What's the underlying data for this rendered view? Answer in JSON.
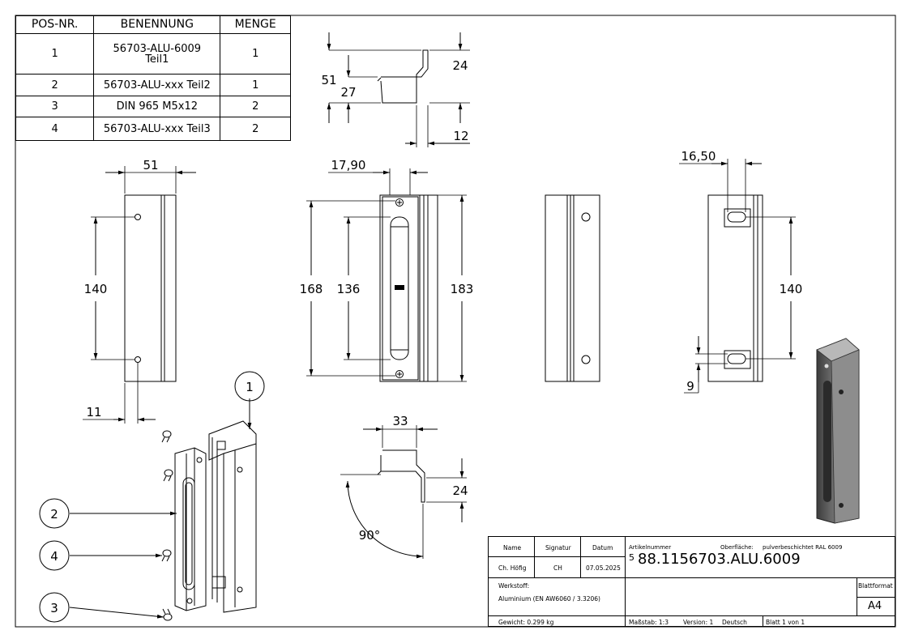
{
  "bom": {
    "headers": [
      "POS-NR.",
      "BENENNUNG",
      "MENGE"
    ],
    "rows": [
      {
        "pos": "1",
        "name_line1": "56703-ALU-6009",
        "name_line2": "Teil1",
        "qty": "1"
      },
      {
        "pos": "2",
        "name": "56703-ALU-xxx Teil2",
        "qty": "1"
      },
      {
        "pos": "3",
        "name": "DIN 965 M5x12",
        "qty": "2"
      },
      {
        "pos": "4",
        "name": "56703-ALU-xxx Teil3",
        "qty": "2"
      }
    ]
  },
  "dimensions": {
    "top_view": {
      "d51": "51",
      "d27": "27",
      "d24": "24",
      "d12": "12"
    },
    "side_left": {
      "width": "51",
      "holes": "140",
      "offset": "11"
    },
    "front": {
      "width": "17,90",
      "outer": "168",
      "slot": "136",
      "total": "183"
    },
    "right": {
      "width": "16,50",
      "holes": "140",
      "offset": "9"
    },
    "bottom_view": {
      "width": "33",
      "height": "24",
      "angle": "90°"
    }
  },
  "balloons": [
    "1",
    "2",
    "4",
    "3"
  ],
  "title_block": {
    "name_label": "Name",
    "signature_label": "Signatur",
    "date_label": "Datum",
    "name": "Ch. Höfig",
    "signature": "CH",
    "date": "07.05.2025",
    "article_label": "Artikelnummer",
    "surface_label": "Oberfläche:",
    "surface": "pulverbeschichtet RAL 6009",
    "article_prefix": "5",
    "article_number": "88.1156703.ALU.6009",
    "material_label": "Werkstoff:",
    "material": "Aluminium (EN AW6060 / 3.3206)",
    "format_label": "Blattformat",
    "format": "A4",
    "weight": "Gewicht: 0.299 kg",
    "scale": "Maßstab: 1:3",
    "version": "Version: 1",
    "language": "Deutsch",
    "sheet": "Blatt 1 von 1"
  }
}
